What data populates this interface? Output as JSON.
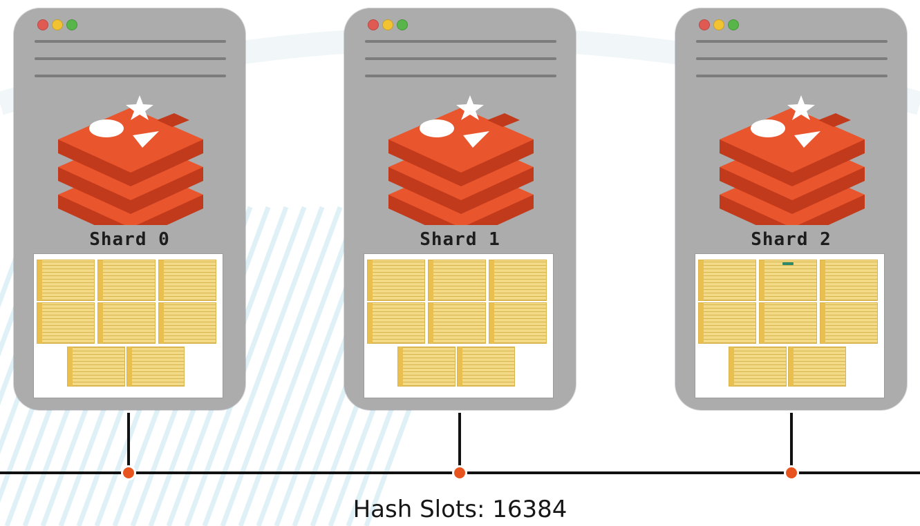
{
  "colors": {
    "panel": "#acacac",
    "dot_red": "#e05a54",
    "dot_yellow": "#f1c232",
    "dot_green": "#58b54a",
    "redis_top": "#e9552c",
    "redis_side": "#c23a1c",
    "slot_dot": "#e8541f",
    "table_fill": "#f1d479",
    "background_stripes": "#dff1f6"
  },
  "shards": [
    {
      "label": "Shard 0",
      "logo_icon": "redis-logo-icon"
    },
    {
      "label": "Shard 1",
      "logo_icon": "redis-logo-icon"
    },
    {
      "label": "Shard 2",
      "logo_icon": "redis-logo-icon"
    }
  ],
  "hash_slots": {
    "caption": "Hash Slots: 16384"
  }
}
